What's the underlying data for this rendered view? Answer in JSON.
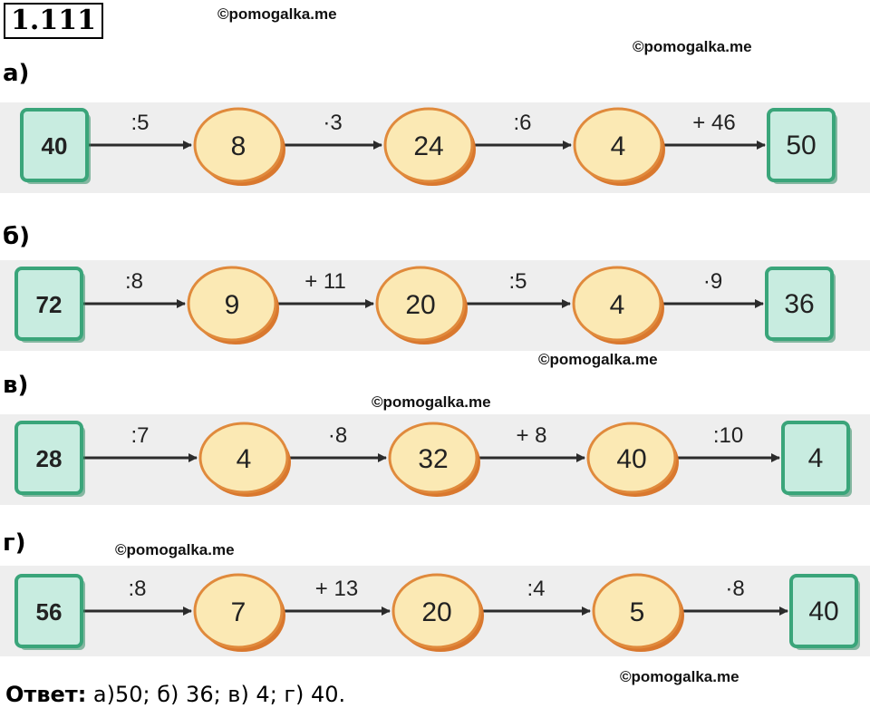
{
  "problem_number": "1.111",
  "watermarks": [
    "©pomogalka.me",
    "©pomogalka.me",
    "©pomogalka.me",
    "©pomogalka.me",
    "©pomogalka.me",
    "©pomogalka.me"
  ],
  "rows": [
    {
      "label": "а)",
      "start": "40",
      "ops": [
        ":5",
        "·3",
        ":6",
        "+ 46"
      ],
      "results": [
        "8",
        "24",
        "4"
      ],
      "end": "50"
    },
    {
      "label": "б)",
      "start": "72",
      "ops": [
        ":8",
        "+ 11",
        ":5",
        "·9"
      ],
      "results": [
        "9",
        "20",
        "4"
      ],
      "end": "36"
    },
    {
      "label": "в)",
      "start": "28",
      "ops": [
        ":7",
        "·8",
        "+ 8",
        ":10"
      ],
      "results": [
        "4",
        "32",
        "40"
      ],
      "end": "4"
    },
    {
      "label": "г)",
      "start": "56",
      "ops": [
        ":8",
        "+ 13",
        ":4",
        "·8"
      ],
      "results": [
        "7",
        "20",
        "5"
      ],
      "end": "40"
    }
  ],
  "answer": {
    "label": "Ответ:",
    "text": " а)50; б) 36; в) 4; г) 40."
  },
  "colors": {
    "box_fill": "#c8ece0",
    "box_border": "#3aa57a",
    "oval_fill": "#fbe9b4",
    "oval_border": "#e08a3c",
    "arrow": "#2b2b2b",
    "strip": "#eeeeee"
  }
}
